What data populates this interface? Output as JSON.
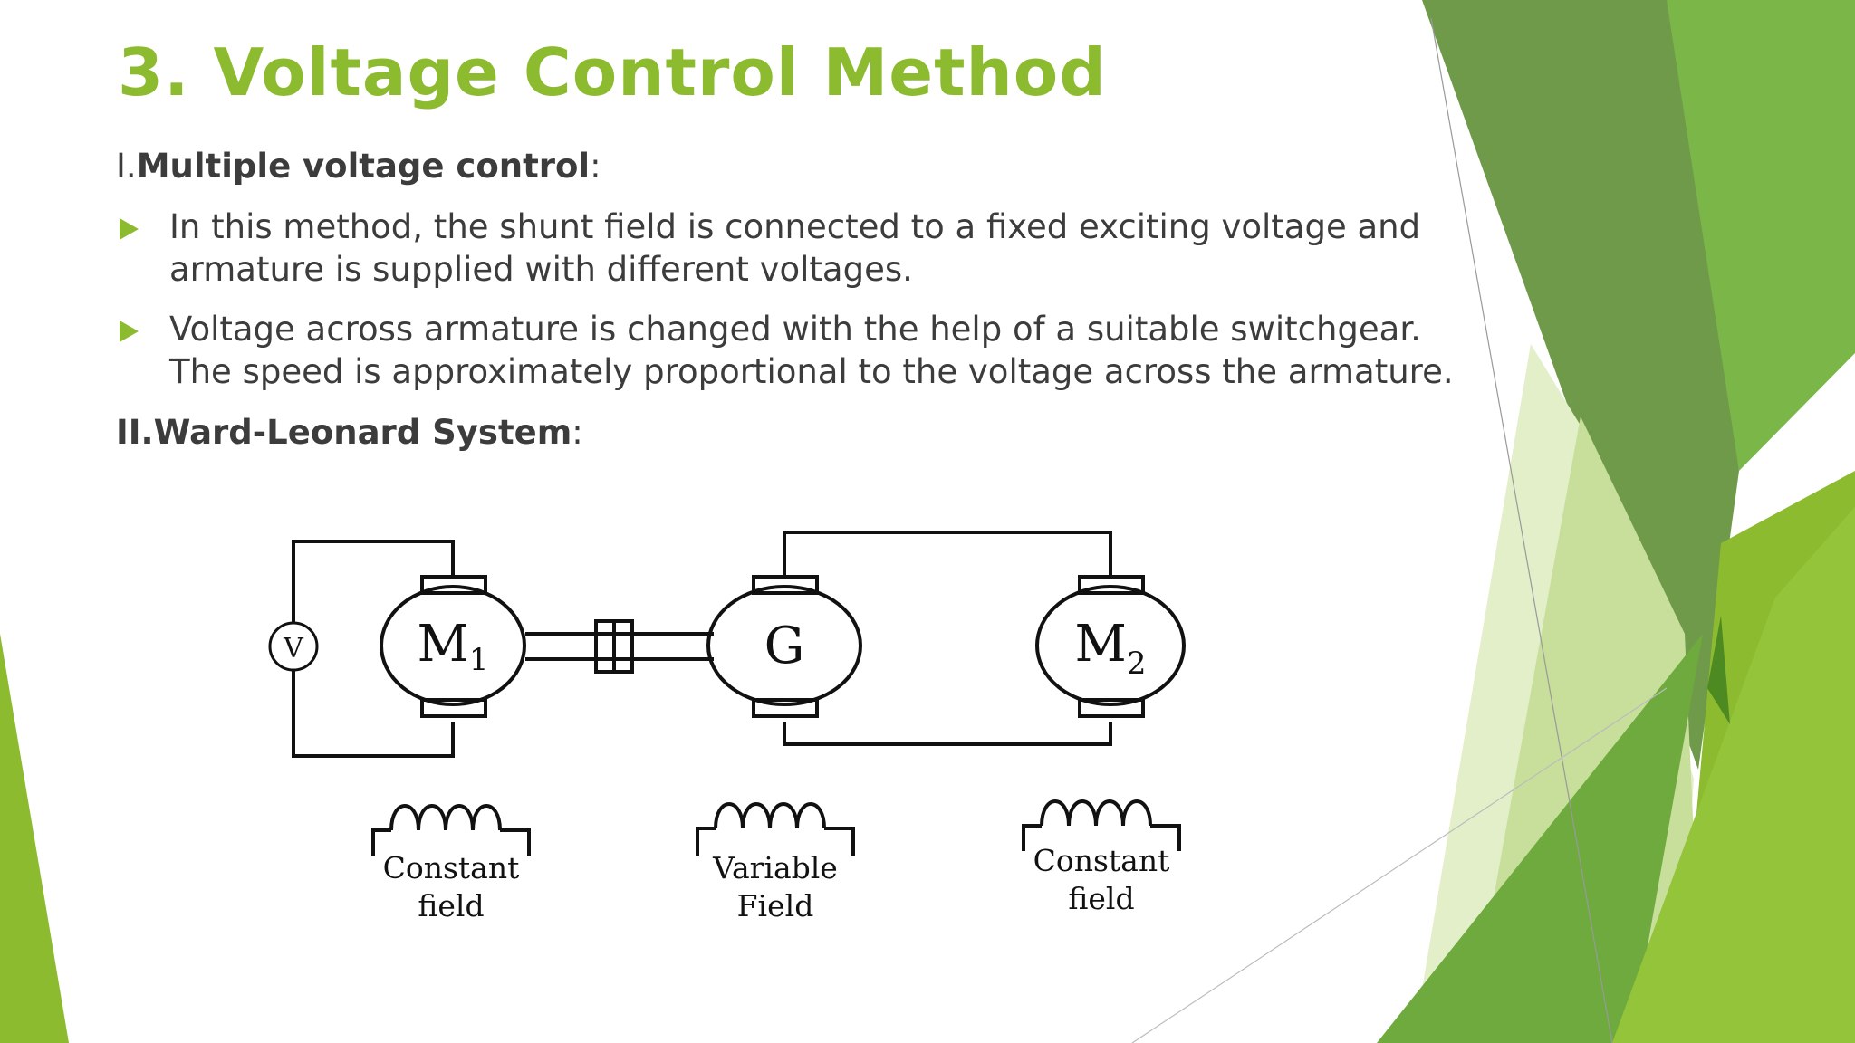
{
  "slide": {
    "title": "3. Voltage Control Method",
    "section1": {
      "prefix": "I.",
      "bold": "Multiple voltage control",
      "suffix": ":"
    },
    "bullets": [
      {
        "line1": "In this method, the shunt field is connected to a fixed exciting voltage and",
        "line2": "armature is supplied with different voltages."
      },
      {
        "line1": "Voltage across armature is changed with the help of a suitable switchgear.",
        "line2": "The speed is approximately proportional to the voltage across the armature."
      }
    ],
    "section2": {
      "bold": "II.Ward-Leonard System",
      "suffix": ":"
    }
  },
  "diagram": {
    "voltmeter": "V",
    "machines": [
      {
        "letter": "M",
        "sub": "1"
      },
      {
        "letter": "G",
        "sub": ""
      },
      {
        "letter": "M",
        "sub": "2"
      }
    ],
    "fields": [
      {
        "line1": "Constant",
        "line2": "field"
      },
      {
        "line1": "Variable",
        "line2": "Field"
      },
      {
        "line1": "Constant",
        "line2": "field"
      }
    ]
  },
  "colors": {
    "accent": "#8dbb2f",
    "text": "#3c3c3c",
    "decor_dark": "#6e9a4a",
    "decor_mid": "#7ab648",
    "decor_light": "#c7df9a"
  }
}
